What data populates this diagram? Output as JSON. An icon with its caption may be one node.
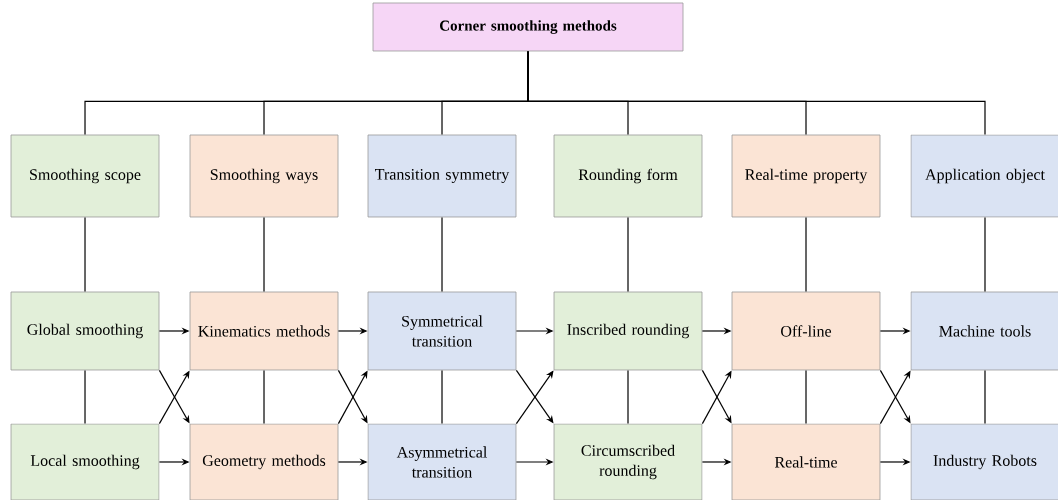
{
  "diagram": {
    "nodes": [
      {
        "text": [
          "Corner smoothing methods"
        ]
      },
      {
        "text": [
          "Smoothing scope"
        ]
      },
      {
        "text": [
          "Smoothing ways"
        ]
      },
      {
        "text": [
          "Transition symmetry"
        ]
      },
      {
        "text": [
          "Rounding form"
        ]
      },
      {
        "text": [
          "Real-time property"
        ]
      },
      {
        "text": [
          "Application object"
        ]
      },
      {
        "text": [
          "Global smoothing"
        ]
      },
      {
        "text": [
          "Kinematics methods"
        ]
      },
      {
        "text": [
          "Symmetrical transition"
        ]
      },
      {
        "text": [
          "Inscribed rounding"
        ]
      },
      {
        "text": [
          "Off-line"
        ]
      },
      {
        "text": [
          "Machine tools"
        ]
      },
      {
        "text": [
          "Local smoothing"
        ]
      },
      {
        "text": [
          "Geometry methods"
        ]
      },
      {
        "text": [
          "Asymmetrical transition"
        ]
      },
      {
        "text": [
          "Circumscribed rounding"
        ]
      },
      {
        "text": [
          "Real-time"
        ]
      },
      {
        "text": [
          "Industry Robots"
        ]
      }
    ],
    "edges": [
      {
        "from": 0,
        "to": 1,
        "arrow": "none"
      },
      {
        "from": 0,
        "to": 2,
        "arrow": "none"
      },
      {
        "from": 0,
        "to": 3,
        "arrow": "none"
      },
      {
        "from": 0,
        "to": 4,
        "arrow": "none"
      },
      {
        "from": 0,
        "to": 5,
        "arrow": "none"
      },
      {
        "from": 0,
        "to": 6,
        "arrow": "none"
      },
      {
        "from": 1,
        "to": 7,
        "arrow": "none"
      },
      {
        "from": 2,
        "to": 8,
        "arrow": "none"
      },
      {
        "from": 3,
        "to": 9,
        "arrow": "none"
      },
      {
        "from": 4,
        "to": 10,
        "arrow": "none"
      },
      {
        "from": 5,
        "to": 11,
        "arrow": "none"
      },
      {
        "from": 6,
        "to": 12,
        "arrow": "none"
      },
      {
        "from": 7,
        "to": 13,
        "arrow": "none"
      },
      {
        "from": 8,
        "to": 14,
        "arrow": "none"
      },
      {
        "from": 9,
        "to": 15,
        "arrow": "none"
      },
      {
        "from": 10,
        "to": 16,
        "arrow": "none"
      },
      {
        "from": 11,
        "to": 17,
        "arrow": "none"
      },
      {
        "from": 12,
        "to": 18,
        "arrow": "none"
      },
      {
        "from": 7,
        "to": 8,
        "arrow": "to"
      },
      {
        "from": 7,
        "to": 14,
        "arrow": "to"
      },
      {
        "from": 13,
        "to": 8,
        "arrow": "to"
      },
      {
        "from": 13,
        "to": 14,
        "arrow": "to"
      },
      {
        "from": 8,
        "to": 9,
        "arrow": "to"
      },
      {
        "from": 8,
        "to": 15,
        "arrow": "to"
      },
      {
        "from": 14,
        "to": 9,
        "arrow": "to"
      },
      {
        "from": 14,
        "to": 15,
        "arrow": "to"
      },
      {
        "from": 9,
        "to": 10,
        "arrow": "to"
      },
      {
        "from": 9,
        "to": 16,
        "arrow": "to"
      },
      {
        "from": 15,
        "to": 10,
        "arrow": "to"
      },
      {
        "from": 15,
        "to": 16,
        "arrow": "to"
      },
      {
        "from": 10,
        "to": 11,
        "arrow": "to"
      },
      {
        "from": 10,
        "to": 17,
        "arrow": "to"
      },
      {
        "from": 16,
        "to": 11,
        "arrow": "to"
      },
      {
        "from": 16,
        "to": 17,
        "arrow": "to"
      },
      {
        "from": 11,
        "to": 12,
        "arrow": "to"
      },
      {
        "from": 11,
        "to": 18,
        "arrow": "to"
      },
      {
        "from": 17,
        "to": 12,
        "arrow": "to"
      },
      {
        "from": 17,
        "to": 18,
        "arrow": "to"
      }
    ]
  }
}
